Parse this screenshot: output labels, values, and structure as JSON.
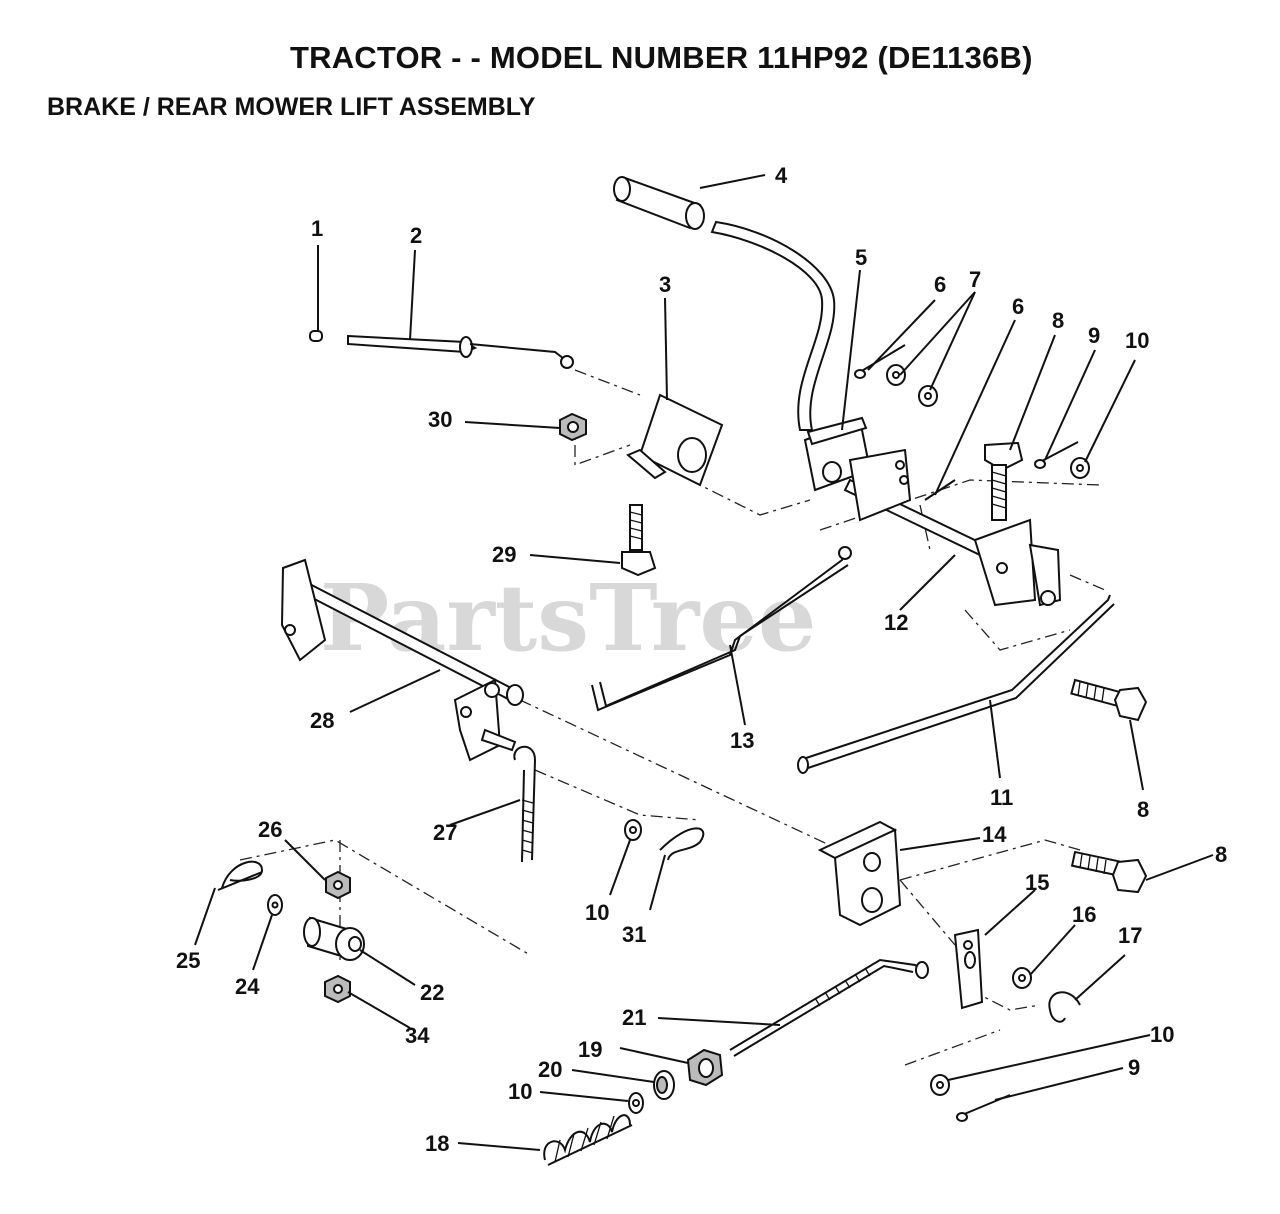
{
  "header": {
    "title": "TRACTOR - - MODEL NUMBER 11HP92 (DE1136B)",
    "subtitle": "BRAKE / REAR MOWER LIFT ASSEMBLY"
  },
  "watermark": "PartsTree",
  "callouts": [
    "1",
    "2",
    "3",
    "4",
    "5",
    "6",
    "7",
    "6",
    "8",
    "9",
    "10",
    "30",
    "29",
    "12",
    "28",
    "13",
    "11",
    "8",
    "27",
    "26",
    "10",
    "31",
    "14",
    "8",
    "25",
    "24",
    "22",
    "15",
    "16",
    "17",
    "34",
    "21",
    "10",
    "19",
    "20",
    "10",
    "9",
    "18"
  ]
}
